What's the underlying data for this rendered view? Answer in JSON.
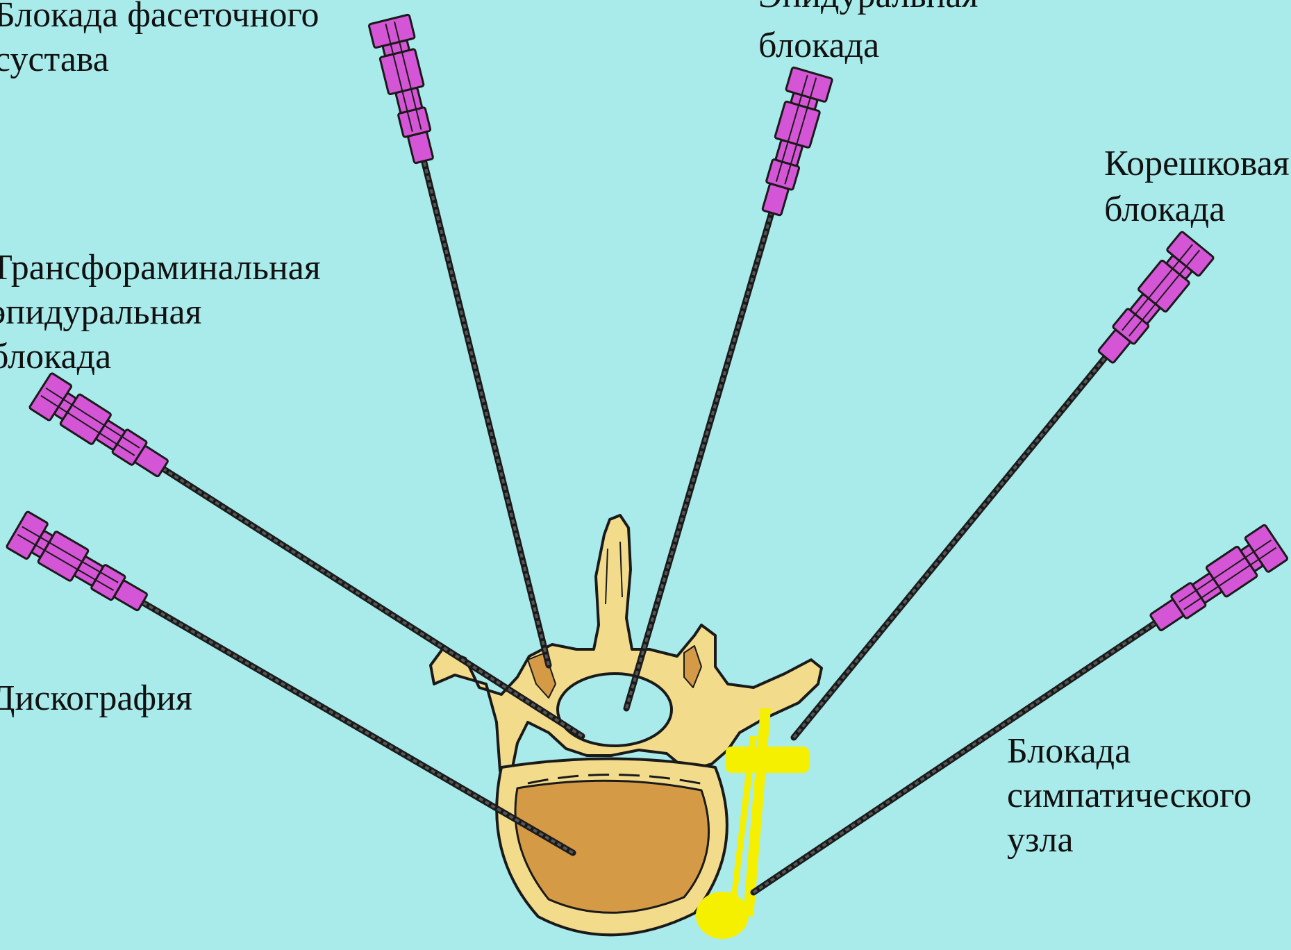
{
  "diagram": {
    "colors": {
      "background": "#a9ebea",
      "bone": "#f2dc8c",
      "disc": "#d59a45",
      "needle_hub": "#d455d6",
      "needle_shaft": "#555555",
      "nerve": "#f5f000",
      "outline": "#1a1a1a"
    },
    "labels": {
      "facet_joint": [
        "Блокада фасеточного",
        "сустава"
      ],
      "epidural": [
        "Эпидуральная",
        "блокада"
      ],
      "root": [
        "Корешковая",
        "блокада"
      ],
      "transforaminal": [
        "Трансфораминальная",
        "эпидуральная",
        "блокада"
      ],
      "discography": [
        "Дискография"
      ],
      "sympathetic": [
        "Блокада",
        "симпатического",
        "узла"
      ]
    }
  }
}
